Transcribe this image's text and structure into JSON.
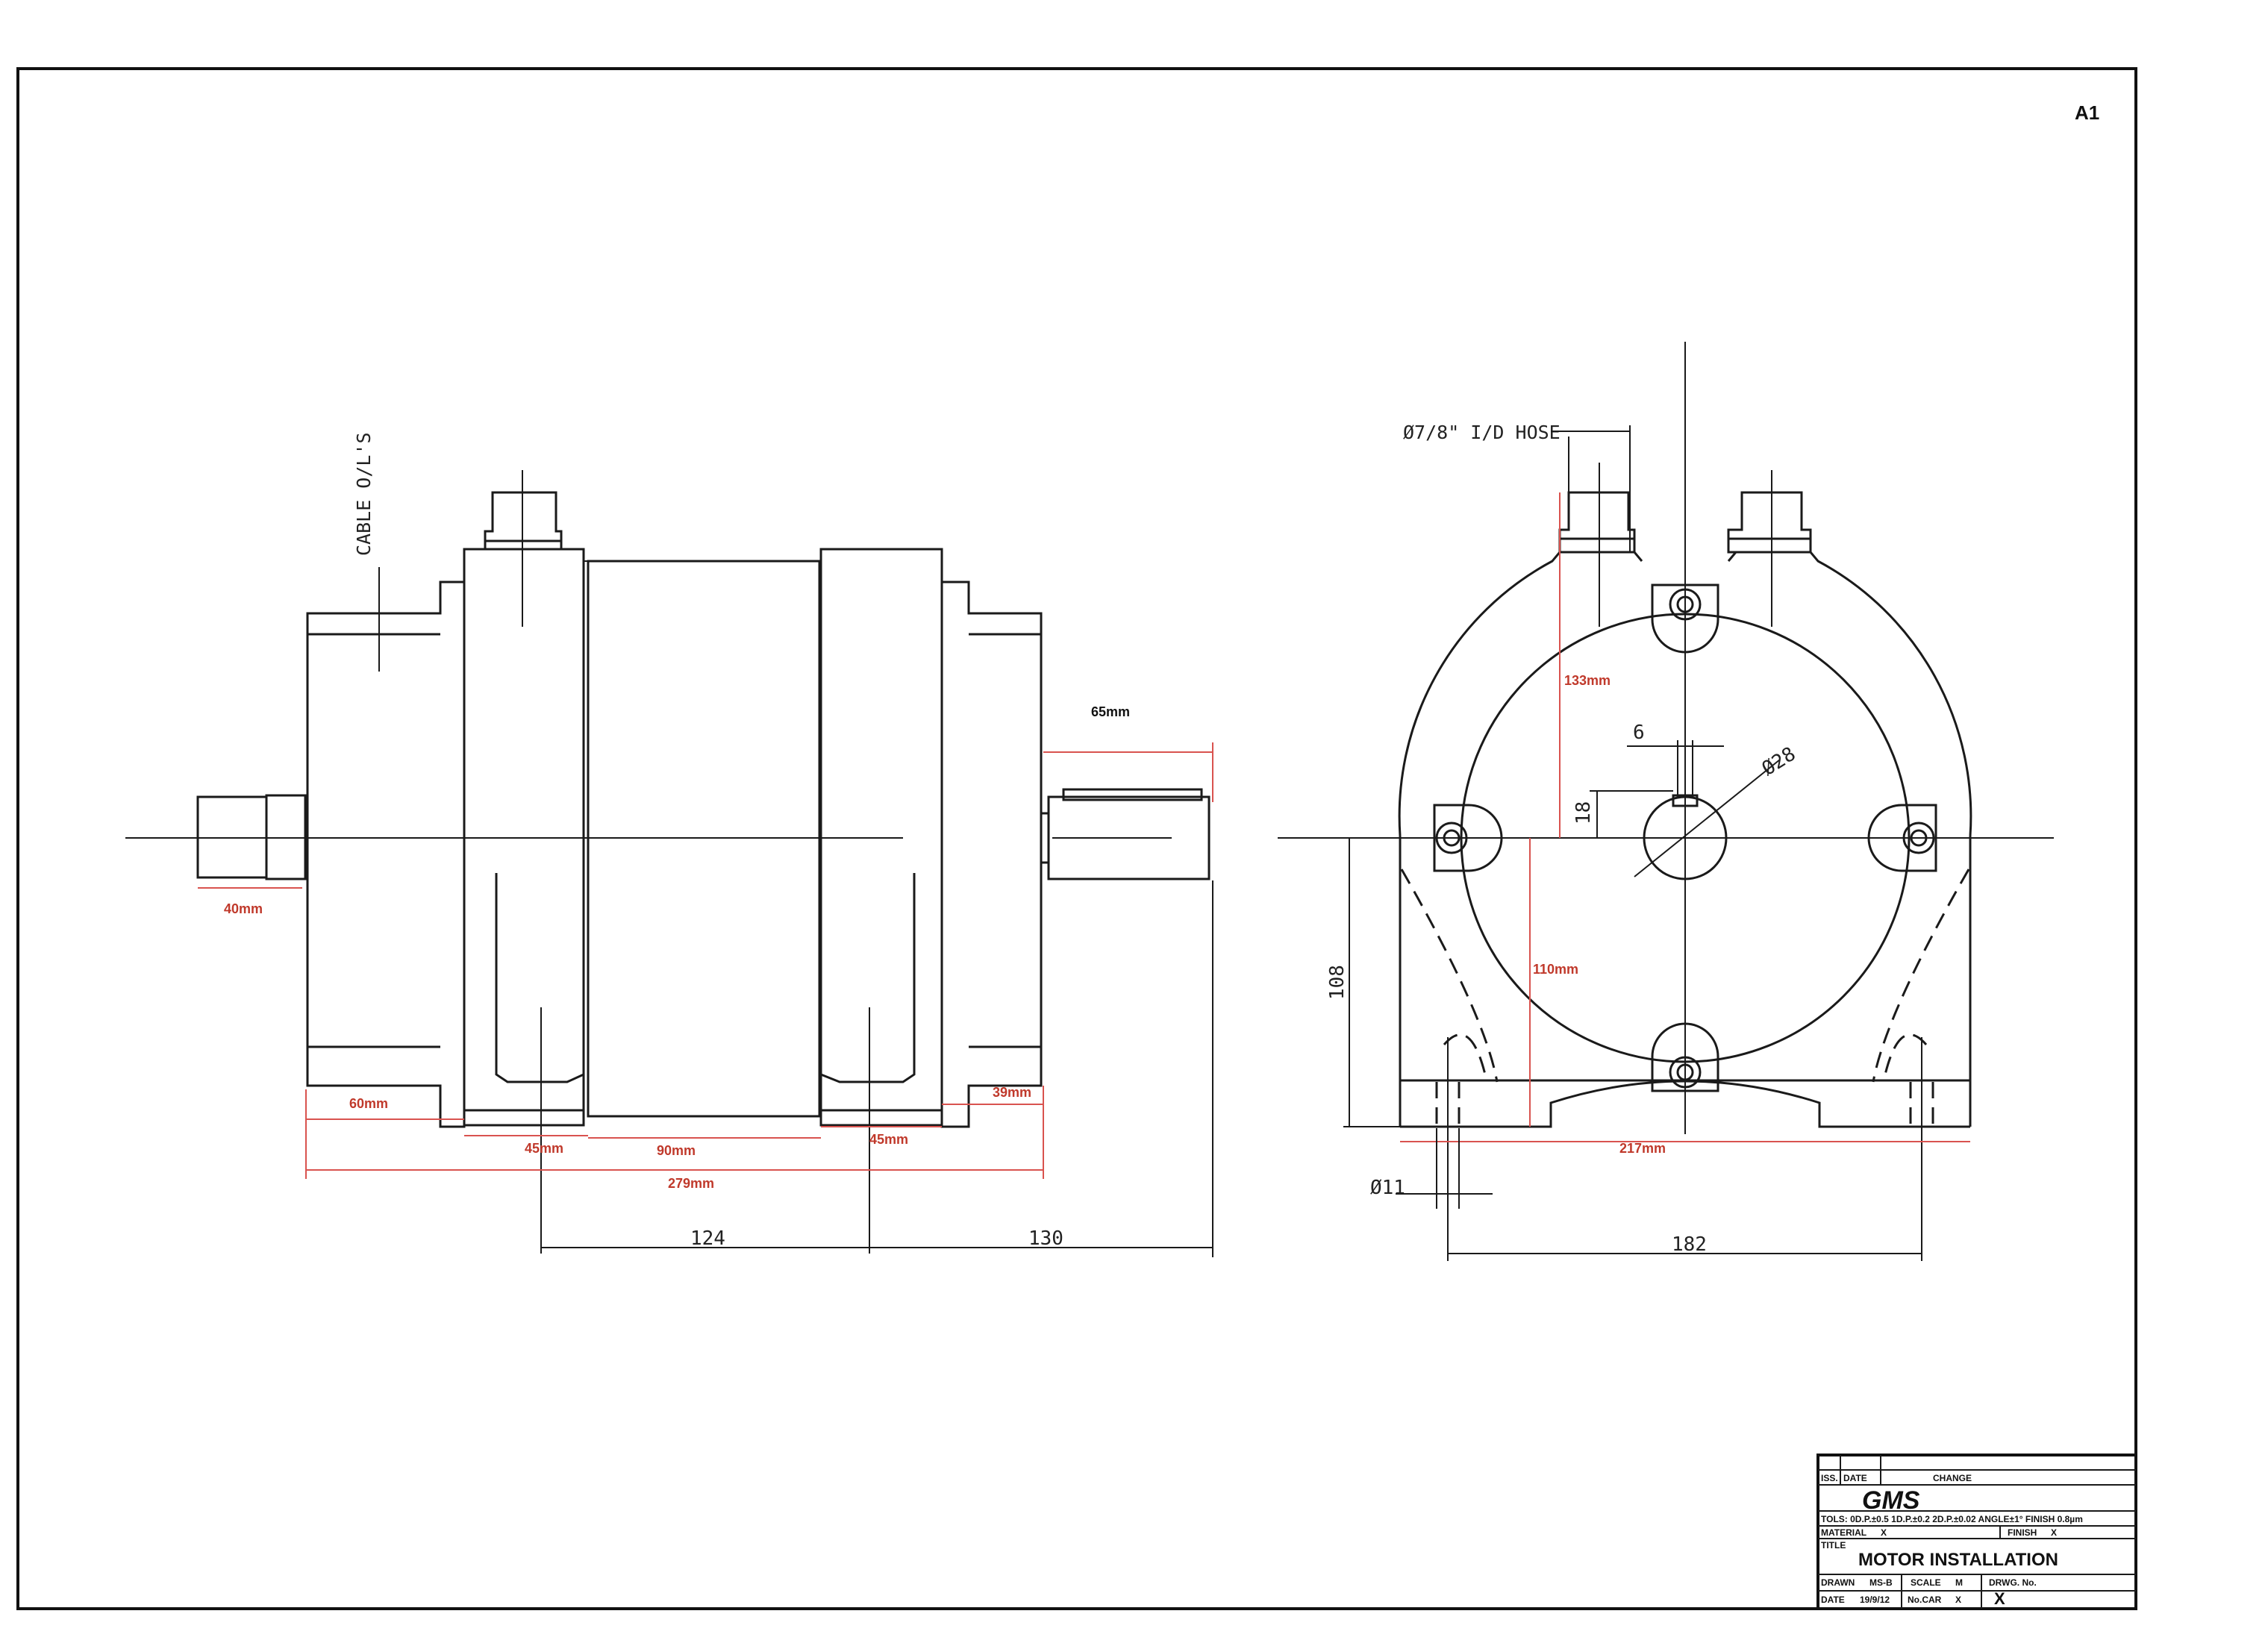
{
  "sheet": {
    "size_label": "A1"
  },
  "side_view": {
    "cable_note": "CABLE O/L'S",
    "dims_red": {
      "d40": "40mm",
      "d60": "60mm",
      "d45a": "45mm",
      "d90": "90mm",
      "d45b": "45mm",
      "d39": "39mm",
      "d279": "279mm"
    },
    "dim_65": "65mm",
    "dim_124": "124",
    "dim_130": "130"
  },
  "end_view": {
    "hose_note": "Ø7/8\" I/D HOSE",
    "dims_red": {
      "d133": "133mm",
      "d110": "110mm",
      "d217": "217mm"
    },
    "dim_6": "6",
    "dim_18": "18",
    "dim_28": "Ø28",
    "dim_108": "108",
    "dim_11": "Ø11",
    "dim_182": "182"
  },
  "title_block": {
    "iss_label": "ISS.",
    "date_label": "DATE",
    "change_label": "CHANGE",
    "logo": "GMS",
    "tols": "TOLS: 0D.P.±0.5  1D.P.±0.2  2D.P.±0.02  ANGLE±1°  FINISH 0.8µm",
    "material_label": "MATERIAL",
    "material_value": "X",
    "finish_label": "FINISH",
    "finish_value": "X",
    "title_label": "TITLE",
    "title_value": "MOTOR INSTALLATION",
    "drawn_label": "DRAWN",
    "drawn_value": "MS-B",
    "scale_label": "SCALE",
    "scale_value": "M",
    "drwg_label": "DRWG. No.",
    "drwg_value": "X",
    "date2_label": "DATE",
    "date2_value": "19/9/12",
    "nocar_label": "No.CAR",
    "nocar_value": "X"
  }
}
